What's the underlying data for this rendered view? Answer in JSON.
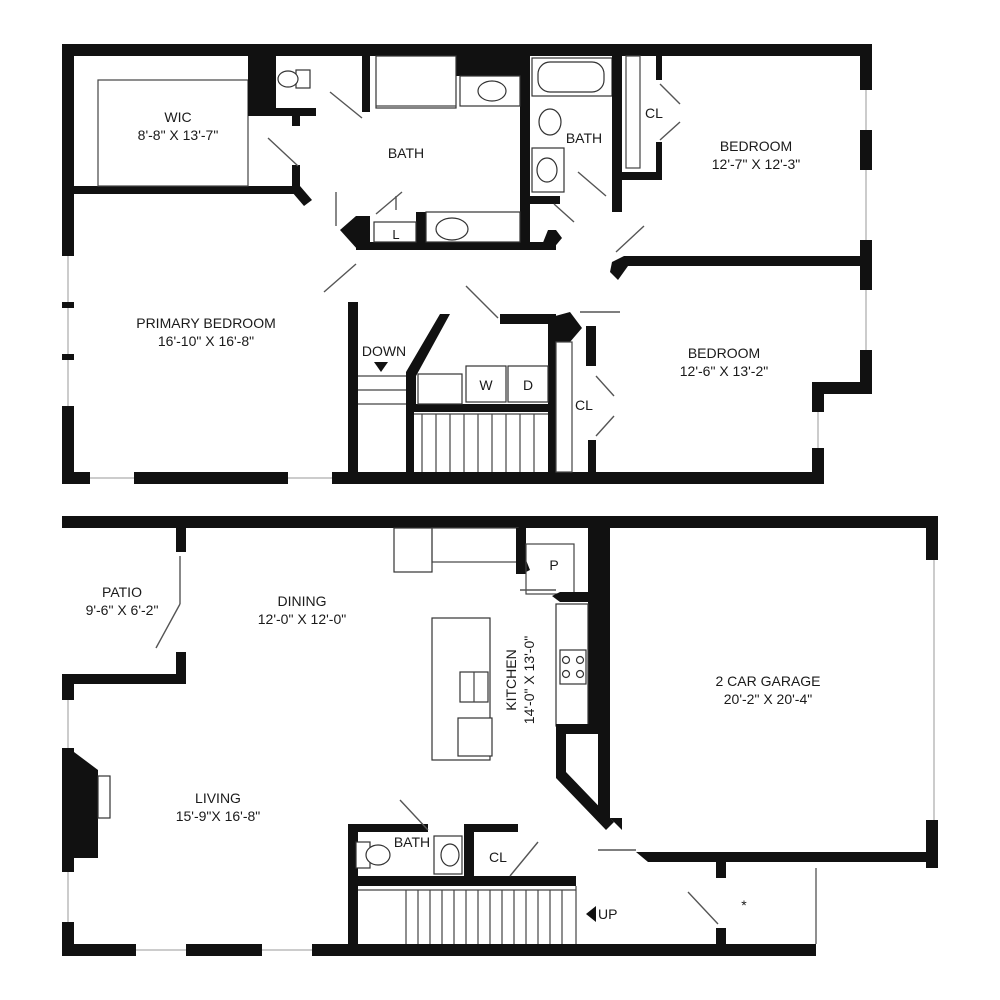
{
  "upper_floor": {
    "wic": {
      "name": "WIC",
      "size": "8'-8\" X 13'-7\""
    },
    "primary_bath": {
      "name": "BATH"
    },
    "hall_bath": {
      "name": "BATH"
    },
    "closet_1": {
      "name": "CL"
    },
    "bedroom_1": {
      "name": "BEDROOM",
      "size": "12'-7\" X 12'-3\""
    },
    "linen": {
      "name": "L"
    },
    "primary_bedroom": {
      "name": "PRIMARY BEDROOM",
      "size": "16'-10\" X 16'-8\""
    },
    "stairs_down": {
      "name": "DOWN"
    },
    "washer": {
      "name": "W"
    },
    "dryer": {
      "name": "D"
    },
    "closet_2": {
      "name": "CL"
    },
    "bedroom_2": {
      "name": "BEDROOM",
      "size": "12'-6\" X 13'-2\""
    }
  },
  "lower_floor": {
    "patio": {
      "name": "PATIO",
      "size": "9'-6\" X 6'-2\""
    },
    "dining": {
      "name": "DINING",
      "size": "12'-0\" X 12'-0\""
    },
    "pantry": {
      "name": "P"
    },
    "kitchen": {
      "name": "KITCHEN",
      "size": "14'-0\" X 13'-0\""
    },
    "garage": {
      "name": "2 CAR GARAGE",
      "size": "20'-2\" X 20'-4\""
    },
    "living": {
      "name": "LIVING",
      "size": "15'-9\"X 16'-8\""
    },
    "half_bath": {
      "name": "BATH"
    },
    "closet": {
      "name": "CL"
    },
    "stairs_up": {
      "name": "UP"
    }
  }
}
